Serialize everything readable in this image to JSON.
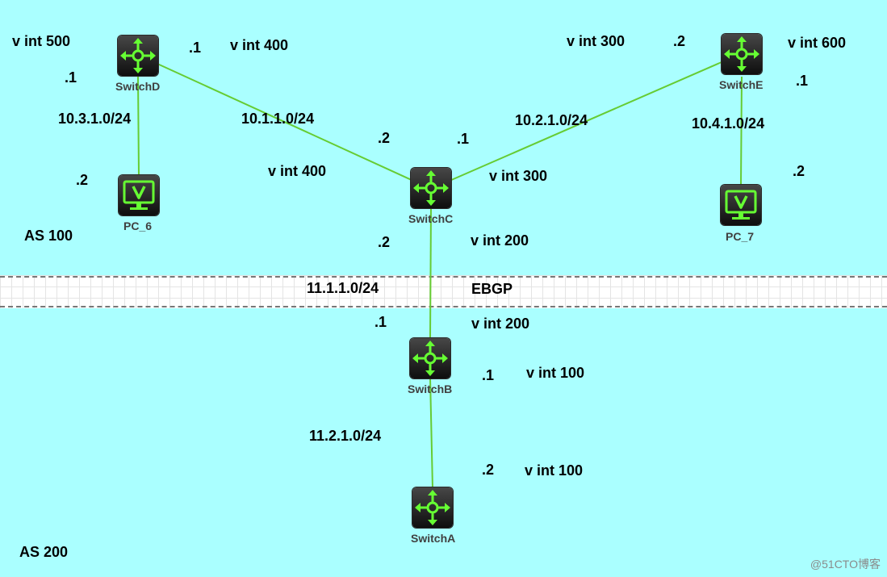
{
  "colors": {
    "background": "#aaffff",
    "link": "#66cc33",
    "icon": "#66ff33",
    "device_body": "#1a1a1a"
  },
  "devices": [
    {
      "name": "SwitchD",
      "icon": "router-switch-icon"
    },
    {
      "name": "SwitchE",
      "icon": "router-switch-icon"
    },
    {
      "name": "SwitchC",
      "icon": "router-switch-icon"
    },
    {
      "name": "SwitchB",
      "icon": "router-switch-icon"
    },
    {
      "name": "SwitchA",
      "icon": "router-switch-icon"
    },
    {
      "name": "PC_6",
      "icon": "pc-monitor-icon"
    },
    {
      "name": "PC_7",
      "icon": "pc-monitor-icon"
    }
  ],
  "links": [
    {
      "from": "SwitchD",
      "to": "SwitchC",
      "network": "10.1.1.0/24"
    },
    {
      "from": "SwitchE",
      "to": "SwitchC",
      "network": "10.2.1.0/24"
    },
    {
      "from": "SwitchD",
      "to": "PC_6",
      "network": "10.3.1.0/24"
    },
    {
      "from": "SwitchE",
      "to": "PC_7",
      "network": "10.4.1.0/24"
    },
    {
      "from": "SwitchC",
      "to": "SwitchB",
      "network": "11.1.1.0/24"
    },
    {
      "from": "SwitchB",
      "to": "SwitchA",
      "network": "11.2.1.0/24"
    }
  ],
  "labels": {
    "d_vint500": "v int 500",
    "d_dot1_left": ".1",
    "d_dot1_right": ".1",
    "d_vint400": "v int 400",
    "e_vint300": "v int 300",
    "e_dot2": ".2",
    "e_vint600": "v int 600",
    "e_dot1": ".1",
    "net_10_3": "10.3.1.0/24",
    "net_10_1": "10.1.1.0/24",
    "net_10_2": "10.2.1.0/24",
    "net_10_4": "10.4.1.0/24",
    "c_dot2_left": ".2",
    "c_dot1_right": ".1",
    "c_vint400": "v int 400",
    "c_vint300": "v int 300",
    "pc6_dot2": ".2",
    "pc7_dot2": ".2",
    "as100": "AS 100",
    "c_dot2_down": ".2",
    "c_vint200": "v int 200",
    "net_11_1": "11.1.1.0/24",
    "ebgp": "EBGP",
    "b_dot1_up": ".1",
    "b_vint200": "v int 200",
    "b_dot1_down": ".1",
    "b_vint100": "v int 100",
    "net_11_2": "11.2.1.0/24",
    "a_dot2": ".2",
    "a_vint100": "v int 100",
    "as200": "AS 200"
  },
  "watermark": "@51CTO博客"
}
